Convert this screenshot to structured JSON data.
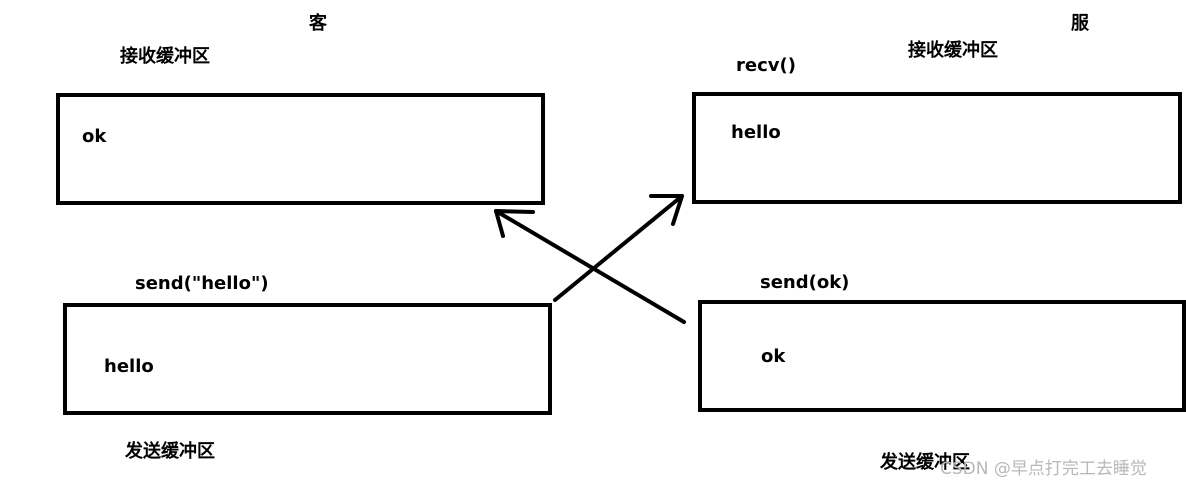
{
  "client": {
    "title": "客",
    "recv_buffer_label": "接收缓冲区",
    "recv_buffer_content": "ok",
    "send_call": "send(\"hello\")",
    "send_buffer_content": "hello",
    "send_buffer_label": "发送缓冲区"
  },
  "server": {
    "title": "服",
    "recv_buffer_label": "接收缓冲区",
    "recv_call": "recv()",
    "recv_buffer_content": "hello",
    "send_call": "send(ok)",
    "send_buffer_content": "ok",
    "send_buffer_label": "发送缓冲区"
  },
  "watermark": "CSDN @早点打完工去睡觉",
  "colors": {
    "stroke": "#000000",
    "background": "#ffffff",
    "watermark": "#b8b8b8"
  }
}
